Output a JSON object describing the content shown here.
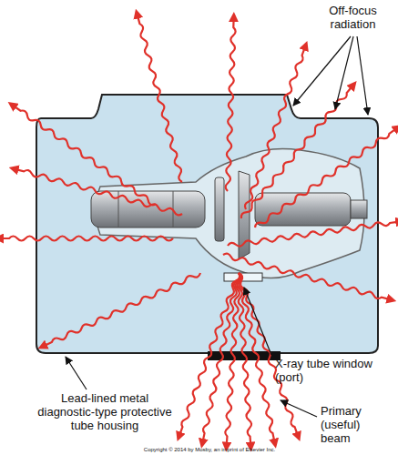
{
  "diagram": {
    "labels": [
      "Off-focus radiation",
      "X-ray tube window (port)",
      "Lead-lined metal diagnostic-type protective tube housing",
      "Primary (useful) beam",
      "Copyright © 2014 by Mosby, an imprint of Elsevier Inc."
    ]
  }
}
